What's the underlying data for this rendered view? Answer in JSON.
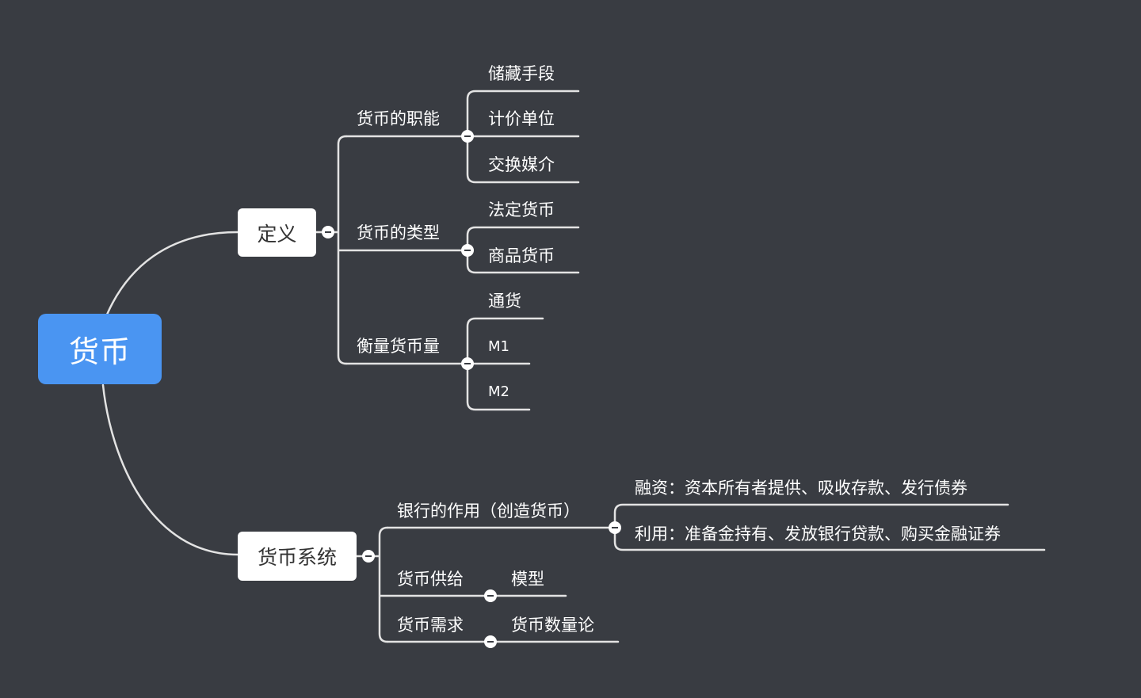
{
  "root": {
    "label": "货币"
  },
  "definition": {
    "label": "定义",
    "groups": [
      {
        "label": "货币的职能",
        "items": [
          "储藏手段",
          "计价单位",
          "交换媒介"
        ]
      },
      {
        "label": "货币的类型",
        "items": [
          "法定货币",
          "商品货币"
        ]
      },
      {
        "label": "衡量货币量",
        "items": [
          "通货",
          "M1",
          "M2"
        ]
      }
    ]
  },
  "system": {
    "label": "货币系统",
    "groups": [
      {
        "label": "银行的作用（创造货币）",
        "items": [
          "融资：资本所有者提供、吸收存款、发行债券",
          "利用：准备金持有、发放银行贷款、购买金融证券"
        ]
      },
      {
        "label": "货币供给",
        "items": [
          "模型"
        ]
      },
      {
        "label": "货币需求",
        "items": [
          "货币数量论"
        ]
      }
    ]
  },
  "colors": {
    "background": "#393c42",
    "root": "#4a95f2",
    "line": "#e6e6e6"
  }
}
